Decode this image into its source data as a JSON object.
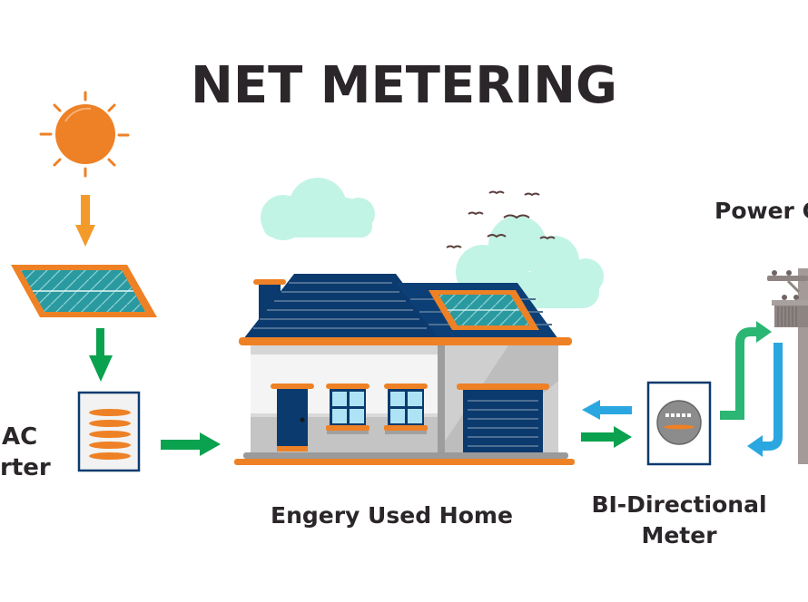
{
  "title": "NET METERING",
  "labels": {
    "inverter_line1": "AC",
    "inverter_line2": "rter",
    "home": "Engery Used Home",
    "meter_line1": "BI-Directional",
    "meter_line2": "Meter",
    "grid": "Power G"
  },
  "components": [
    {
      "id": "sun",
      "name": "Sun"
    },
    {
      "id": "solar-panel",
      "name": "Solar Panel"
    },
    {
      "id": "inverter",
      "name": "DC to AC Inverter"
    },
    {
      "id": "house",
      "name": "Energy Used Home"
    },
    {
      "id": "meter",
      "name": "Bi-Directional Meter"
    },
    {
      "id": "power-grid",
      "name": "Power Grid"
    }
  ],
  "flows": [
    {
      "from": "sun",
      "to": "solar-panel",
      "color": "#f39a2a"
    },
    {
      "from": "solar-panel",
      "to": "inverter",
      "color": "#0aa14f"
    },
    {
      "from": "inverter",
      "to": "house",
      "color": "#0aa14f"
    },
    {
      "from": "house",
      "to": "meter",
      "color": "#0aa14f"
    },
    {
      "from": "meter",
      "to": "house",
      "color": "#2aa7e0"
    },
    {
      "from": "meter",
      "to": "power-grid",
      "color": "#2bb673"
    },
    {
      "from": "power-grid",
      "to": "meter",
      "color": "#2aa7e0"
    }
  ],
  "colors": {
    "orange": "#ee8125",
    "navy": "#0b3a6e",
    "green": "#0aa14f",
    "blue": "#2aa7e0",
    "cloud": "#c2f4e6",
    "text": "#2b2629"
  }
}
